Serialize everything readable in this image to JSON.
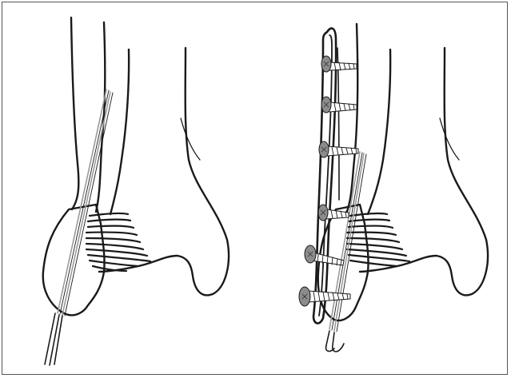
{
  "figure": {
    "colors": {
      "background": "#ffffff",
      "outline": "#1a1a1a",
      "wire": "#9a9a9a",
      "screw_head": "#8c8c8c",
      "frame": "#555555"
    },
    "panels": [
      {
        "name": "left-panel",
        "fixation": "k-wires"
      },
      {
        "name": "right-panel",
        "fixation": "plate-and-screws",
        "screw_count": 6
      }
    ]
  }
}
